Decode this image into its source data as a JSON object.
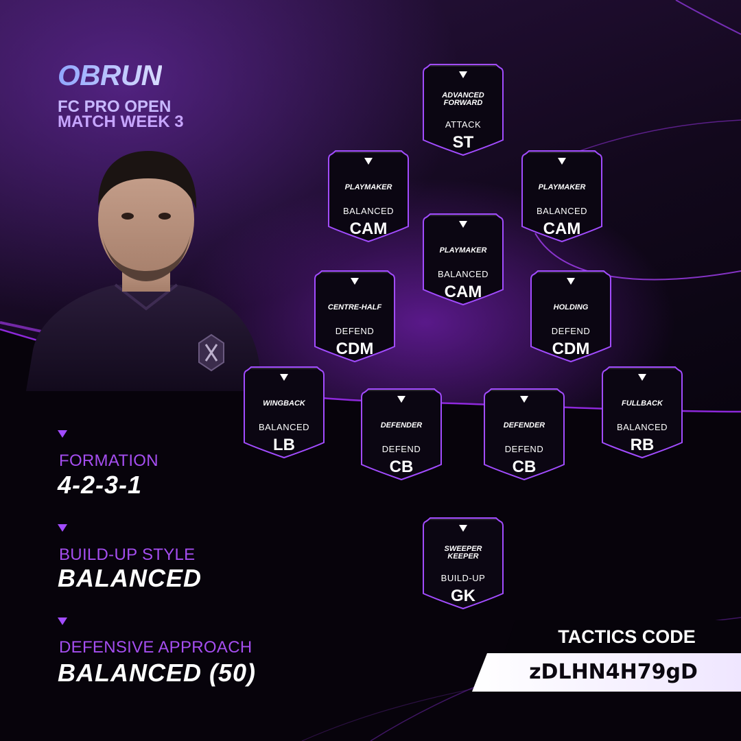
{
  "header": {
    "player": "OBRUN",
    "event_line1": "FC PRO OPEN",
    "event_line2": "MATCH WEEK 3"
  },
  "settings": [
    {
      "label": "FORMATION",
      "value": "4-2-3-1"
    },
    {
      "label": "BUILD-UP STYLE",
      "value": "BALANCED"
    },
    {
      "label": "DEFENSIVE APPROACH",
      "value": "BALANCED (50)"
    }
  ],
  "lineup": [
    {
      "role": "ADVANCED FORWARD",
      "instruction": "ATTACK",
      "position": "ST"
    },
    {
      "role": "PLAYMAKER",
      "instruction": "BALANCED",
      "position": "CAM"
    },
    {
      "role": "PLAYMAKER",
      "instruction": "BALANCED",
      "position": "CAM"
    },
    {
      "role": "PLAYMAKER",
      "instruction": "BALANCED",
      "position": "CAM"
    },
    {
      "role": "CENTRE-HALF",
      "instruction": "DEFEND",
      "position": "CDM"
    },
    {
      "role": "HOLDING",
      "instruction": "DEFEND",
      "position": "CDM"
    },
    {
      "role": "WINGBACK",
      "instruction": "BALANCED",
      "position": "LB"
    },
    {
      "role": "DEFENDER",
      "instruction": "DEFEND",
      "position": "CB"
    },
    {
      "role": "DEFENDER",
      "instruction": "DEFEND",
      "position": "CB"
    },
    {
      "role": "FULLBACK",
      "instruction": "BALANCED",
      "position": "RB"
    },
    {
      "role": "SWEEPER KEEPER",
      "instruction": "BUILD-UP",
      "position": "GK"
    }
  ],
  "tactics": {
    "title": "TACTICS CODE",
    "code": "zDLHN4H79gD"
  },
  "colors": {
    "accent": "#a24cff",
    "background": "#08040e",
    "card_fill": "#0b0612",
    "text": "#ffffff"
  }
}
